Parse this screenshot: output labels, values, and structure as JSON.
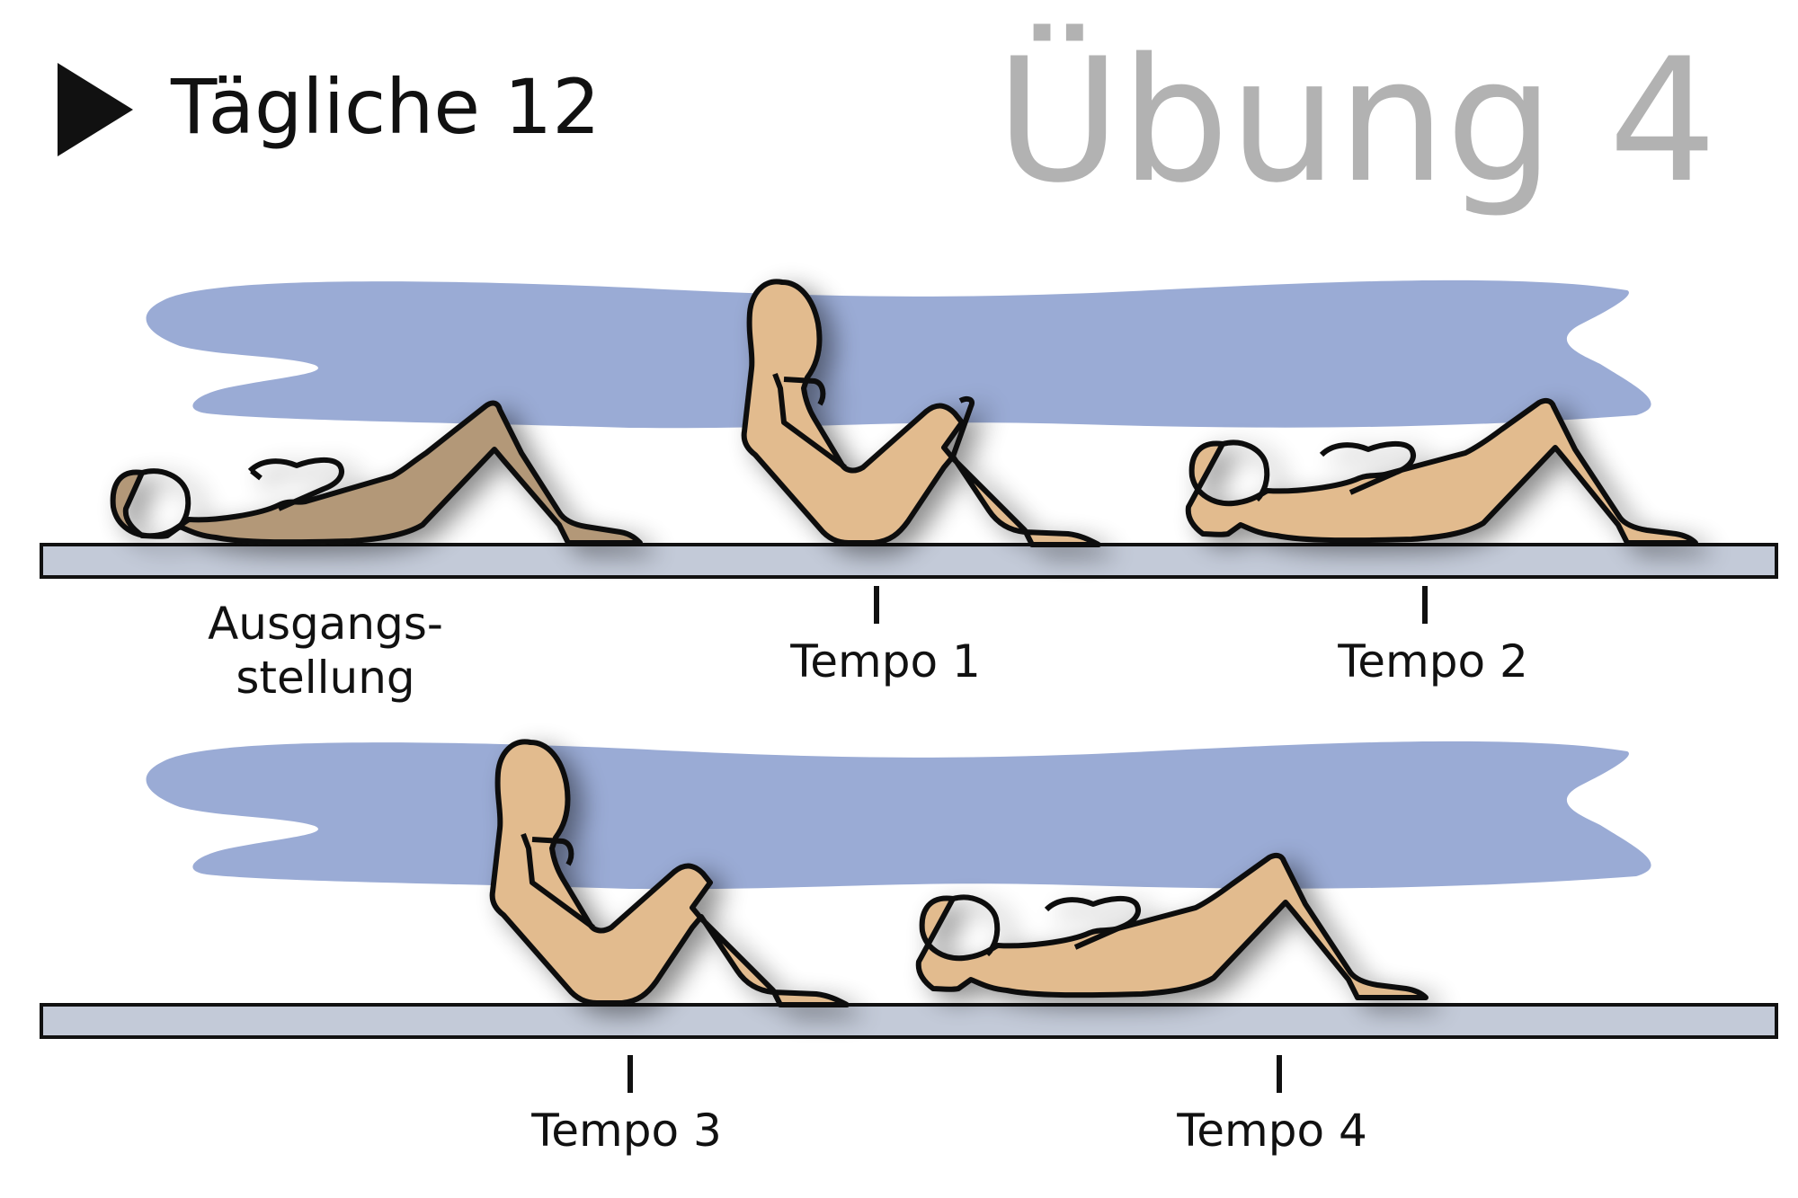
{
  "header": {
    "series_title": "Tägliche 12",
    "exercise_title": "Übung 4"
  },
  "labels": {
    "start_line1": "Ausgangs-",
    "start_line2": "stellung",
    "tempo1": "Tempo 1",
    "tempo2": "Tempo 2",
    "tempo3": "Tempo 3",
    "tempo4": "Tempo 4"
  },
  "colors": {
    "mat": "#c3cad8",
    "band": "#9aabd5",
    "figure_active": "#e2bb8e",
    "figure_start": "#b39878",
    "outline": "#111111",
    "exercise_title": "#b2b2b2"
  },
  "icons": {
    "play": "play-triangle-icon"
  }
}
